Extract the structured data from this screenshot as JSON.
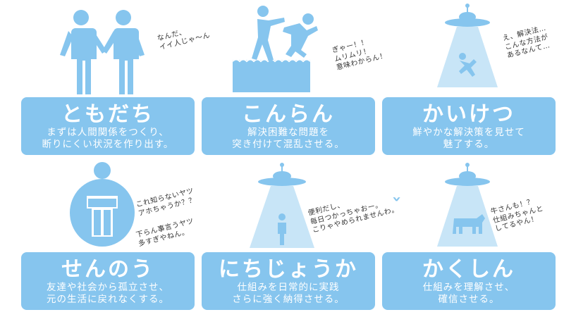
{
  "colors": {
    "accent": "#86c5ee",
    "text": "#ffffff",
    "speech": "#333333"
  },
  "steps": [
    {
      "title": "ともだち",
      "desc": "まずは人間関係をつくり、\n断りにくい状況を作り出す。"
    },
    {
      "title": "こんらん",
      "desc": "解決困難な問題を\n突き付けて混乱させる。"
    },
    {
      "title": "かいけつ",
      "desc": "鮮やかな解決策を見せて\n魅了する。"
    },
    {
      "title": "かくしん",
      "desc": "仕組みを理解させ、\n確信させる。"
    },
    {
      "title": "にちじょうか",
      "desc": "仕組みを日常的に実践\nさらに強く納得させる。"
    },
    {
      "title": "せんのう",
      "desc": "友達や社会から孤立させ、\n元の生活に戻れなくする。"
    }
  ],
  "bubbles": {
    "friends": "なんだ、\nイイ人じゃ〜ん",
    "confusion": "ぎゃー！！\nムリムリ！\n意味わからん！",
    "solution": "え、解決法…\nこんな方法が\nあるなんて…",
    "conviction": "牛さんも！？\n仕組みちゃんと\nしてるやん！",
    "routine": "便利だし、\n毎日つかっちゃおー。\nこりゃやめられませんわ。",
    "brainwash_1": "これ知らないヤツ\nアホちゃうか？？",
    "brainwash_2": "下らん事言うヤツ\n多すぎやねん。"
  },
  "icons": [
    "two-people-icon",
    "pushed-person-icon",
    "ufo-abduction-icon",
    "ufo-cow-icon",
    "ufo-person-icon",
    "person-in-chair-icon"
  ]
}
